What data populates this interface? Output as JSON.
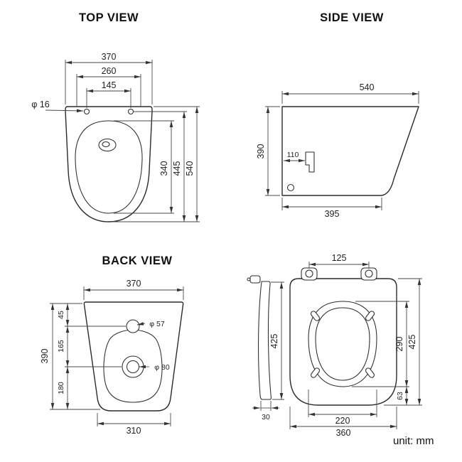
{
  "style": {
    "ink": "#2b2b2b",
    "dim_ink": "#4a4a4a",
    "background": "#ffffff"
  },
  "unit_label": "unit: mm",
  "views": {
    "top": {
      "title": "TOP VIEW",
      "dims": {
        "width_overall": "370",
        "width_seat": "260",
        "width_holes": "145",
        "hole_diameter": "φ 16",
        "depth_overall": "540",
        "depth_to_holes": "445",
        "depth_bowl": "340"
      }
    },
    "side": {
      "title": "SIDE VIEW",
      "dims": {
        "depth_top": "540",
        "height": "390",
        "outlet_offset": "110",
        "depth_bottom": "395"
      }
    },
    "back": {
      "title": "BACK VIEW",
      "dims": {
        "width_top": "370",
        "height_overall": "390",
        "seg_top": "45",
        "seg_mid": "165",
        "seg_bottom": "180",
        "inlet_diameter": "φ 57",
        "outlet_diameter": "φ 80",
        "width_bottom": "310"
      }
    },
    "seat": {
      "dims": {
        "profile_height": "425",
        "profile_thickness": "30",
        "hinge_spacing": "125",
        "opening_length": "290",
        "length_overall": "425",
        "front_depth": "63",
        "opening_width": "220",
        "width_overall": "360"
      }
    }
  }
}
